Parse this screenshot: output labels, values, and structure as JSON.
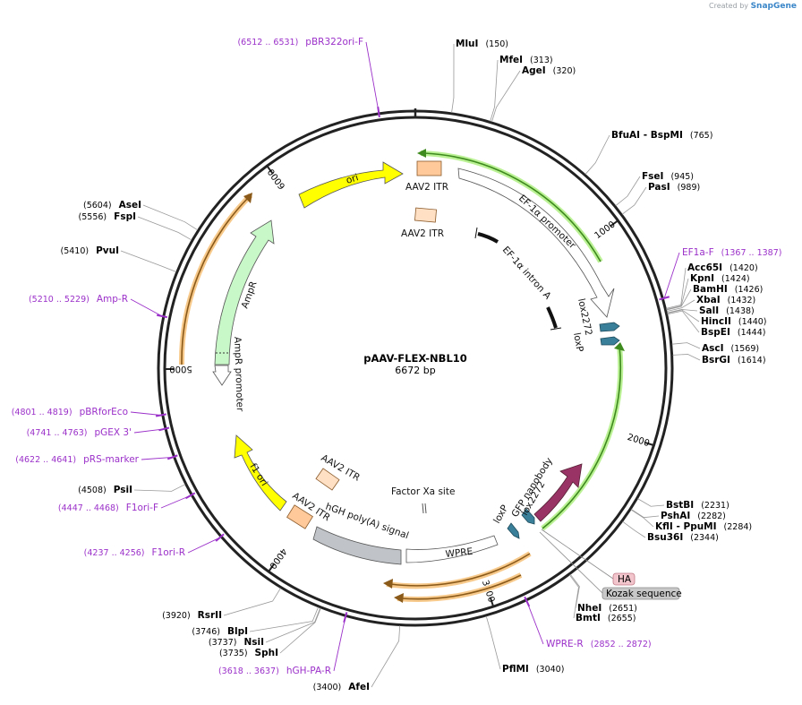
{
  "watermark": {
    "prefix": "Created by",
    "brand": "SnapGene"
  },
  "plasmid": {
    "name": "pAAV-FLEX-NBL10",
    "length_label": "6672 bp",
    "length": 6672
  },
  "ticks": [
    {
      "value": 1000,
      "label": "1000"
    },
    {
      "value": 2000,
      "label": "2000"
    },
    {
      "value": 3000,
      "label": "3000"
    },
    {
      "value": 4000,
      "label": "4000"
    },
    {
      "value": 5000,
      "label": "5000"
    },
    {
      "value": 6000,
      "label": "6000"
    }
  ],
  "sites": [
    {
      "name": "MluI",
      "pos": "(150)",
      "bp": 150
    },
    {
      "name": "MfeI",
      "pos": "(313)",
      "bp": 313
    },
    {
      "name": "AgeI",
      "pos": "(320)",
      "bp": 320
    },
    {
      "name": "BfuAI  - BspMI",
      "pos": "(765)",
      "bp": 765
    },
    {
      "name": "FseI",
      "pos": "(945)",
      "bp": 945
    },
    {
      "name": "PasI",
      "pos": "(989)",
      "bp": 989
    },
    {
      "name": "Acc65I",
      "pos": "(1420)",
      "bp": 1420
    },
    {
      "name": "KpnI",
      "pos": "(1424)",
      "bp": 1424
    },
    {
      "name": "BamHI",
      "pos": "(1426)",
      "bp": 1426
    },
    {
      "name": "XbaI",
      "pos": "(1432)",
      "bp": 1432
    },
    {
      "name": "SalI",
      "pos": "(1438)",
      "bp": 1438
    },
    {
      "name": "HincII",
      "pos": "(1440)",
      "bp": 1440
    },
    {
      "name": "BspEI",
      "pos": "(1444)",
      "bp": 1444
    },
    {
      "name": "AscI",
      "pos": "(1569)",
      "bp": 1569
    },
    {
      "name": "BsrGI",
      "pos": "(1614)",
      "bp": 1614
    },
    {
      "name": "BstBI",
      "pos": "(2231)",
      "bp": 2231
    },
    {
      "name": "PshAI",
      "pos": "(2282)",
      "bp": 2282
    },
    {
      "name": "KflI  - PpuMI",
      "pos": "(2284)",
      "bp": 2284
    },
    {
      "name": "Bsu36I",
      "pos": "(2344)",
      "bp": 2344
    },
    {
      "name": "NheI",
      "pos": "(2651)",
      "bp": 2651
    },
    {
      "name": "BmtI",
      "pos": "(2655)",
      "bp": 2655
    },
    {
      "name": "PflMI",
      "pos": "(3040)",
      "bp": 3040
    },
    {
      "name": "AfeI",
      "pos": "(3400)",
      "bp": 3400
    },
    {
      "name": "SphI",
      "pos": "(3735)",
      "bp": 3735
    },
    {
      "name": "NsiI",
      "pos": "(3737)",
      "bp": 3737
    },
    {
      "name": "BlpI",
      "pos": "(3746)",
      "bp": 3746
    },
    {
      "name": "RsrII",
      "pos": "(3920)",
      "bp": 3920
    },
    {
      "name": "PsiI",
      "pos": "(4508)",
      "bp": 4508
    },
    {
      "name": "PvuI",
      "pos": "(5410)",
      "bp": 5410
    },
    {
      "name": "FspI",
      "pos": "(5556)",
      "bp": 5556
    },
    {
      "name": "AseI",
      "pos": "(5604)",
      "bp": 5604
    }
  ],
  "primers": [
    {
      "name": "pBR322ori-F",
      "range": "(6512 .. 6531)",
      "bp": 6521
    },
    {
      "name": "EF1a-F",
      "range": "(1367 .. 1387)",
      "bp": 1377
    },
    {
      "name": "WPRE-R",
      "range": "(2852 .. 2872)",
      "bp": 2862
    },
    {
      "name": "hGH-PA-R",
      "range": "(3618 .. 3637)",
      "bp": 3627
    },
    {
      "name": "F1ori-R",
      "range": "(4237 .. 4256)",
      "bp": 4246
    },
    {
      "name": "F1ori-F",
      "range": "(4447 .. 4468)",
      "bp": 4457
    },
    {
      "name": "pRS-marker",
      "range": "(4622 .. 4641)",
      "bp": 4631
    },
    {
      "name": "pGEX 3'",
      "range": "(4741 .. 4763)",
      "bp": 4752
    },
    {
      "name": "pBRforEco",
      "range": "(4801 .. 4819)",
      "bp": 4810
    },
    {
      "name": "Amp-R",
      "range": "(5210 .. 5229)",
      "bp": 5219
    }
  ],
  "features": {
    "aav2_itr_top": "AAV2 ITR",
    "aav2_itr_inner": "AAV2 ITR",
    "ef1a_promoter": "EF-1α promoter",
    "ef1a_intron": "EF-1α intron A",
    "lox2272_top": "lox2272",
    "loxp_top": "loxP",
    "gfp_nanobody": "GFP nanobody",
    "lox2272_bottom": "lox2272",
    "loxp_bottom": "loxP",
    "factor_xa": "Factor Xa site",
    "wpre": "WPRE",
    "hgh_polya": "hGH poly(A) signal",
    "aav2_itr_bottom_inner": "AAV2 ITR",
    "aav2_itr_bottom": "AAV2 ITR",
    "f1_ori": "f1 ori",
    "ampr_promoter": "AmpR promoter",
    "ampr": "AmpR",
    "ori": "ori"
  },
  "tags": [
    {
      "name": "HA",
      "fill": "#f2c4cc",
      "stroke": "#c07a86"
    },
    {
      "name": "Kozak sequence",
      "fill": "#c8c8c8",
      "stroke": "#8a8a8a"
    }
  ],
  "colors": {
    "backbone": "#222222",
    "primer": "#9b30c9",
    "ori": "#ffff00",
    "ampr": "#c8f7c8",
    "itr": "#ffc99a",
    "wpre": "#c0c4c8",
    "nanobody": "#993366",
    "lox": "#3a7f9a",
    "orf_orange": "#f7c98a",
    "orf_green": "#b4f08a"
  }
}
